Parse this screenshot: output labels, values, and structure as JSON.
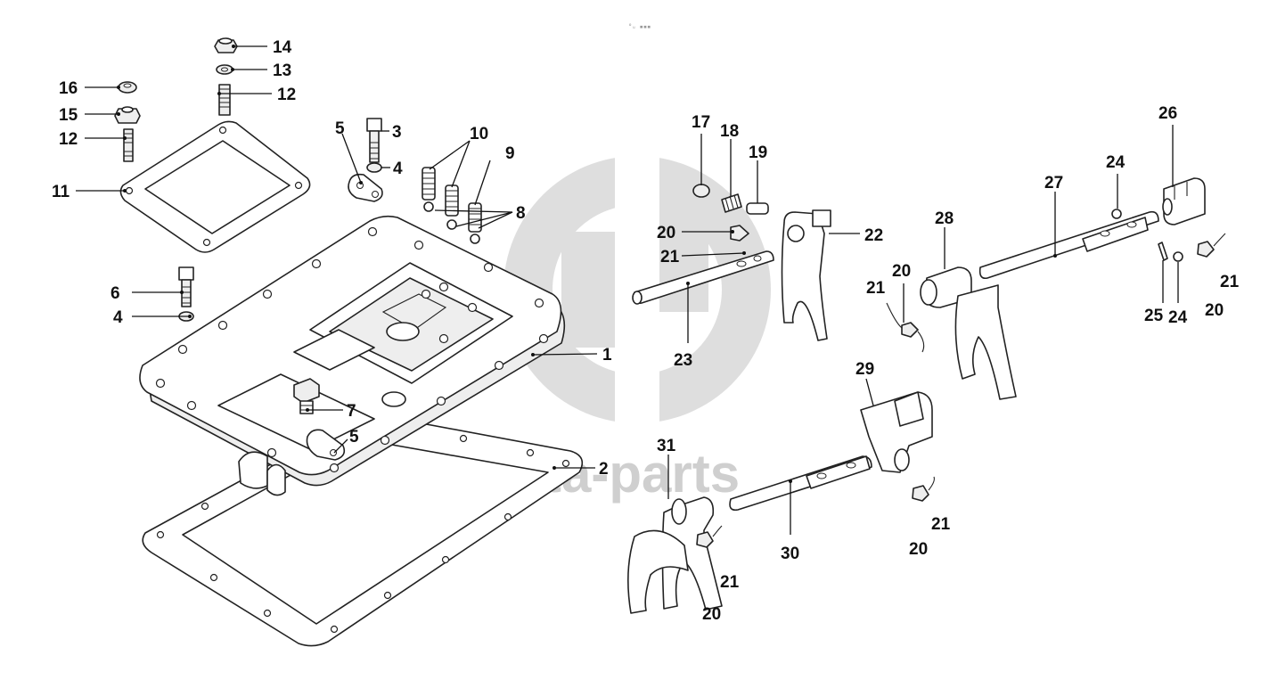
{
  "watermark": {
    "text": "data-parts",
    "color": "#d4d4d4",
    "icon": "data-parts-logo-icon"
  },
  "corner_mark": "°ᵤ ▪▪▪",
  "callouts": [
    {
      "id": "c1",
      "label": "1"
    },
    {
      "id": "c2",
      "label": "2"
    },
    {
      "id": "c3",
      "label": "3"
    },
    {
      "id": "c4a",
      "label": "4"
    },
    {
      "id": "c4b",
      "label": "4"
    },
    {
      "id": "c5a",
      "label": "5"
    },
    {
      "id": "c5b",
      "label": "5"
    },
    {
      "id": "c6",
      "label": "6"
    },
    {
      "id": "c7",
      "label": "7"
    },
    {
      "id": "c8",
      "label": "8"
    },
    {
      "id": "c9",
      "label": "9"
    },
    {
      "id": "c10",
      "label": "10"
    },
    {
      "id": "c11",
      "label": "11"
    },
    {
      "id": "c12a",
      "label": "12"
    },
    {
      "id": "c12b",
      "label": "12"
    },
    {
      "id": "c13",
      "label": "13"
    },
    {
      "id": "c14",
      "label": "14"
    },
    {
      "id": "c15",
      "label": "15"
    },
    {
      "id": "c16",
      "label": "16"
    },
    {
      "id": "c17",
      "label": "17"
    },
    {
      "id": "c18",
      "label": "18"
    },
    {
      "id": "c19",
      "label": "19"
    },
    {
      "id": "c20a",
      "label": "20"
    },
    {
      "id": "c20b",
      "label": "20"
    },
    {
      "id": "c20c",
      "label": "20"
    },
    {
      "id": "c20d",
      "label": "20"
    },
    {
      "id": "c20e",
      "label": "20"
    },
    {
      "id": "c21a",
      "label": "21"
    },
    {
      "id": "c21b",
      "label": "21"
    },
    {
      "id": "c21c",
      "label": "21"
    },
    {
      "id": "c21d",
      "label": "21"
    },
    {
      "id": "c21e",
      "label": "21"
    },
    {
      "id": "c22",
      "label": "22"
    },
    {
      "id": "c23",
      "label": "23"
    },
    {
      "id": "c24a",
      "label": "24"
    },
    {
      "id": "c24b",
      "label": "24"
    },
    {
      "id": "c25",
      "label": "25"
    },
    {
      "id": "c26",
      "label": "26"
    },
    {
      "id": "c27",
      "label": "27"
    },
    {
      "id": "c28",
      "label": "28"
    },
    {
      "id": "c29",
      "label": "29"
    },
    {
      "id": "c30",
      "label": "30"
    },
    {
      "id": "c31",
      "label": "31"
    }
  ]
}
